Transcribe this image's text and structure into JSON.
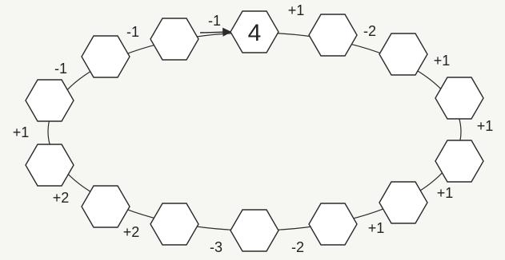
{
  "puzzle": {
    "start_value": "4",
    "hexagons": [
      {
        "id": "h0",
        "value": "4"
      },
      {
        "id": "h1",
        "value": ""
      },
      {
        "id": "h2",
        "value": ""
      },
      {
        "id": "h3",
        "value": ""
      },
      {
        "id": "h4",
        "value": ""
      },
      {
        "id": "h5",
        "value": ""
      },
      {
        "id": "h6",
        "value": ""
      },
      {
        "id": "h7",
        "value": ""
      },
      {
        "id": "h8",
        "value": ""
      },
      {
        "id": "h9",
        "value": ""
      },
      {
        "id": "h10",
        "value": ""
      },
      {
        "id": "h11",
        "value": ""
      },
      {
        "id": "h12",
        "value": ""
      },
      {
        "id": "h13",
        "value": ""
      },
      {
        "id": "h14",
        "value": ""
      },
      {
        "id": "h15",
        "value": ""
      }
    ],
    "operations": [
      "+1",
      "-2",
      "+1",
      "+1",
      "+1",
      "+1",
      "-2",
      "-3",
      "+2",
      "+2",
      "+1",
      "-1",
      "-1",
      "-1"
    ]
  }
}
